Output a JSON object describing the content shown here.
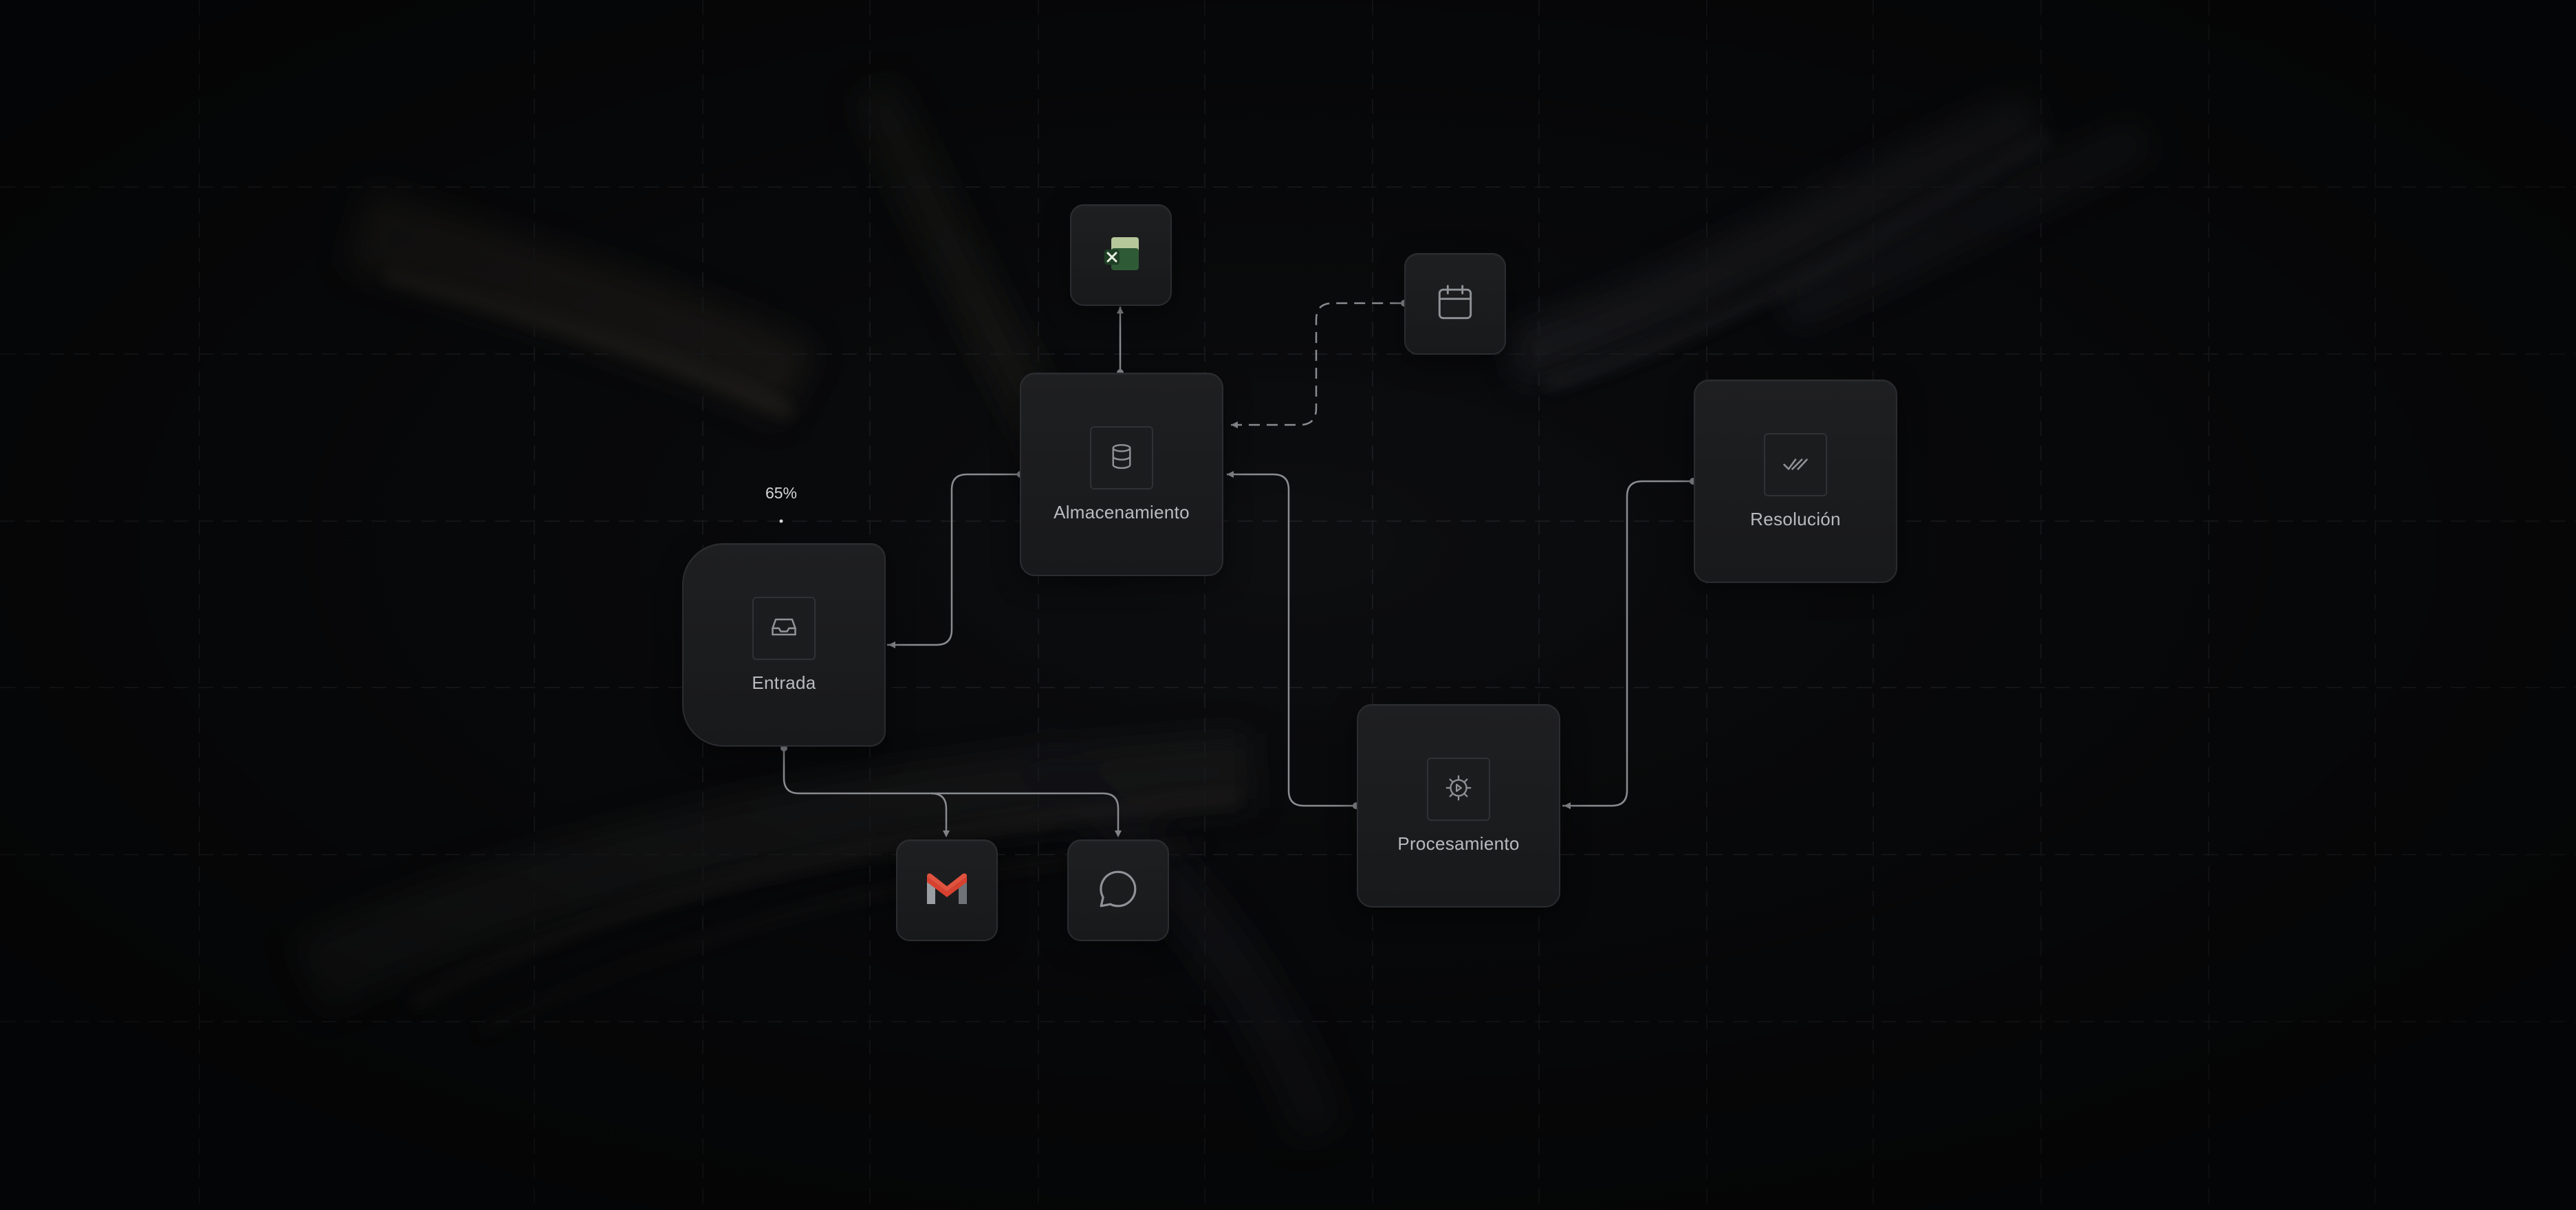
{
  "nodes": {
    "entrada": {
      "label": "Entrada",
      "icon": "inbox-icon"
    },
    "almacenamiento": {
      "label": "Almacenamiento",
      "icon": "database-icon"
    },
    "procesamiento": {
      "label": "Procesamiento",
      "icon": "gear-play-icon"
    },
    "resolucion": {
      "label": "Resolución",
      "icon": "double-check-icon"
    }
  },
  "integrations": [
    {
      "name": "excel",
      "icon": "excel-icon"
    },
    {
      "name": "calendar",
      "icon": "calendar-icon"
    },
    {
      "name": "gmail",
      "icon": "gmail-icon"
    },
    {
      "name": "chat",
      "icon": "chat-bubble-icon"
    }
  ],
  "progress": {
    "label": "65%",
    "value": 0.65
  },
  "colors": {
    "background": "#0a0b0d",
    "node": "#1c1d1f",
    "connector": "#8a8c90",
    "label": "#b9bbbe",
    "accent_green": "#7fae7c",
    "gmail_red": "#d8412f",
    "excel_green": "#2f5a36"
  }
}
